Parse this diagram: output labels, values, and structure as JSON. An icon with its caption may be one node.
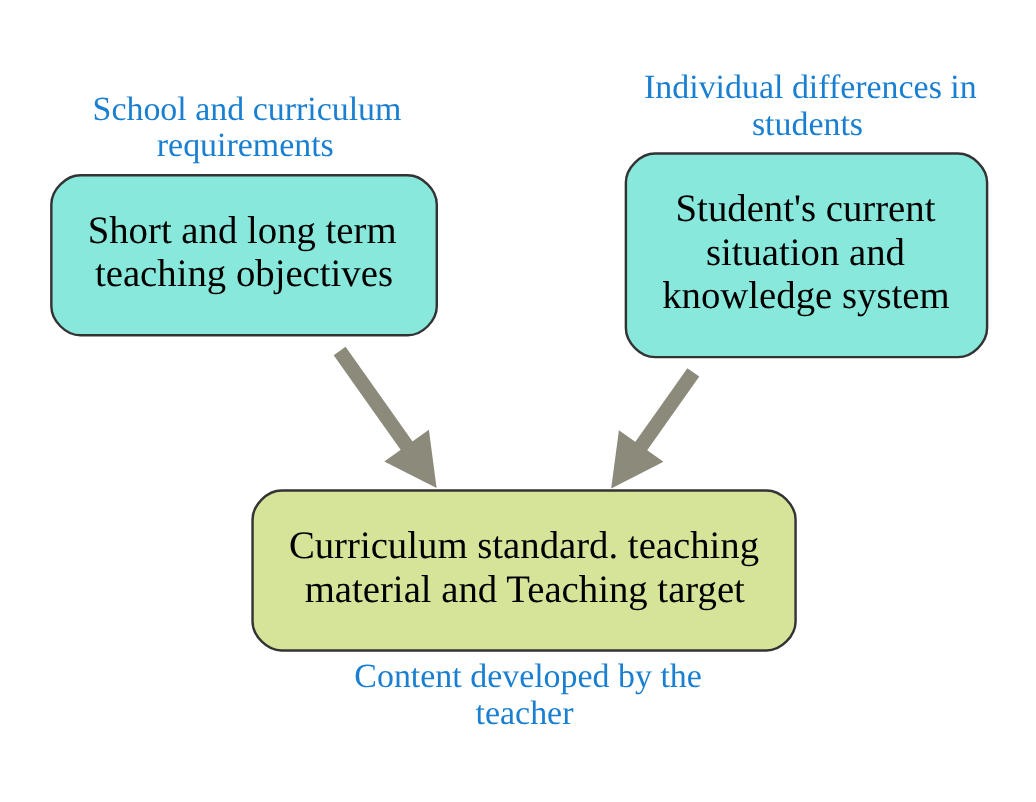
{
  "diagram": {
    "nodes": [
      {
        "text": [
          "Short and long term teaching objectives"
        ],
        "beside": [
          "School and curriculum requirements"
        ]
      },
      {
        "text": [
          "Student's current situation and knowledge system"
        ],
        "beside": [
          "Individual differences in students"
        ]
      },
      {
        "text": [
          "Curriculum standard. teaching material and Teaching target"
        ],
        "beside": [
          "Content developed by the teacher"
        ]
      }
    ],
    "edges": [
      {
        "from": 0,
        "to": 2,
        "arrow": "to"
      },
      {
        "from": 1,
        "to": 2,
        "arrow": "to"
      }
    ]
  }
}
